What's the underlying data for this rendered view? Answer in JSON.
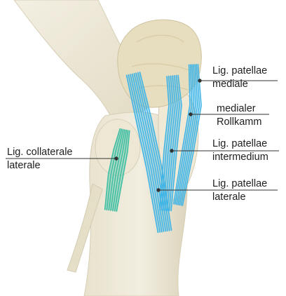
{
  "labels": {
    "lig_patellae_mediale": {
      "line1": "Lig. patellae",
      "line2": "mediale"
    },
    "medialer_rollkamm": {
      "line1": "medialer",
      "line2": "Rollkamm"
    },
    "lig_patellae_intermedium": {
      "line1": "Lig. patellae",
      "line2": "intermedium"
    },
    "lig_patellae_laterale": {
      "line1": "Lig. patellae",
      "line2": "laterale"
    },
    "lig_collaterale_laterale": {
      "line1": "Lig. collaterale",
      "line2": "laterale"
    }
  },
  "colors": {
    "ligament_patellae": "#3fb4e6",
    "ligament_collaterale": "#3fbfa4",
    "bone": "#eee9d8",
    "bone_shadow": "#d9d2ba",
    "patella": "#e6dcbd",
    "leader_line": "#333333"
  }
}
